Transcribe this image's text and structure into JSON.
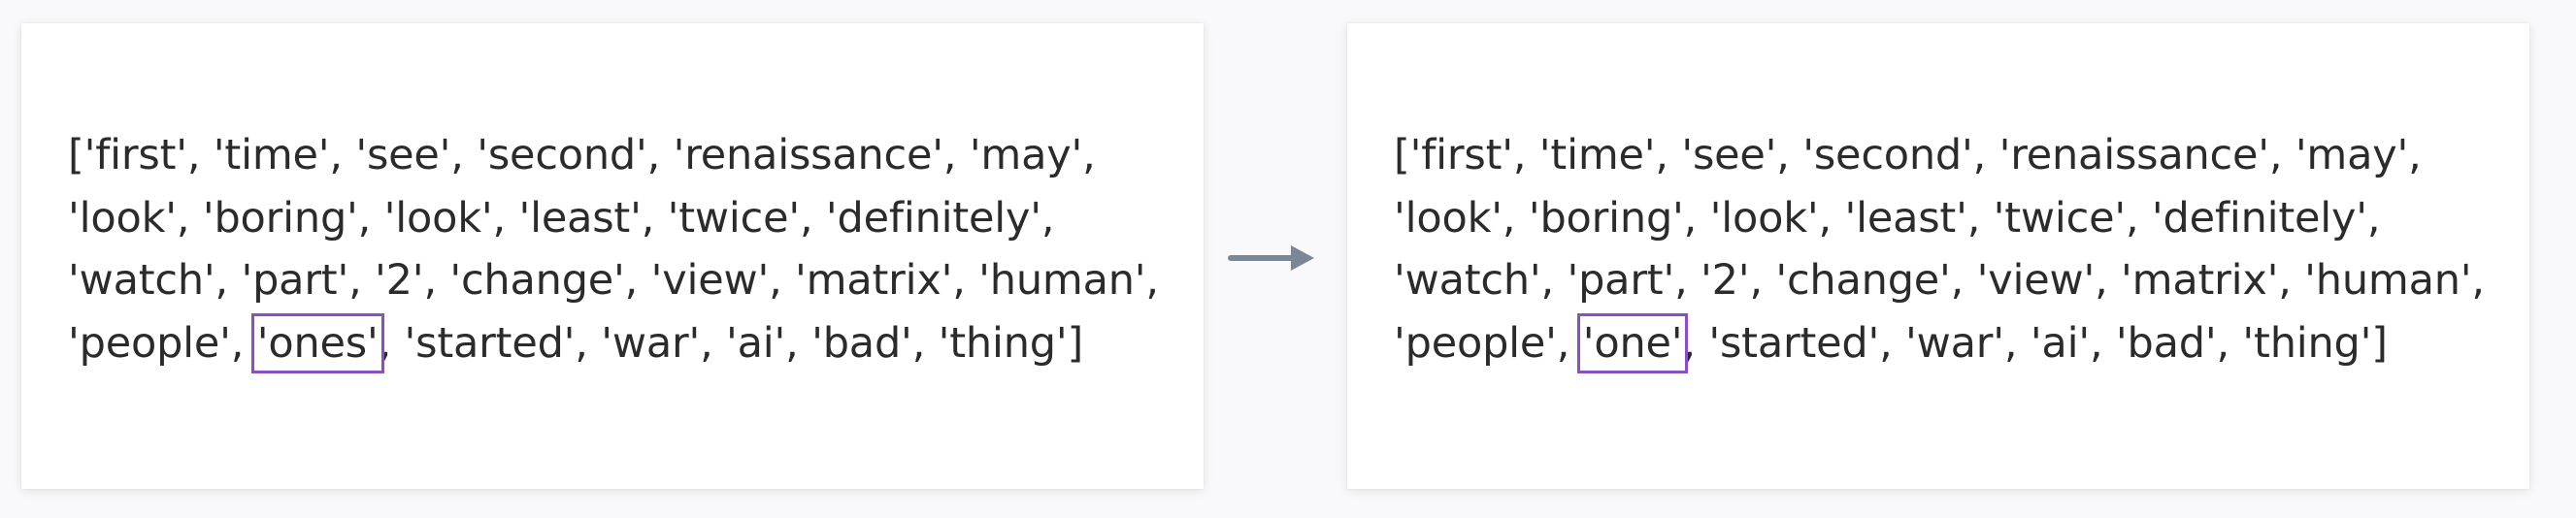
{
  "before": {
    "tokens": [
      "first",
      "time",
      "see",
      "second",
      "renaissance",
      "may",
      "look",
      "boring",
      "look",
      "least",
      "twice",
      "definitely",
      "watch",
      "part",
      "2",
      "change",
      "view",
      "matrix",
      "human",
      "people",
      "ones",
      "started",
      "war",
      "ai",
      "bad",
      "thing"
    ],
    "highlight_index": 20
  },
  "after": {
    "tokens": [
      "first",
      "time",
      "see",
      "second",
      "renaissance",
      "may",
      "look",
      "boring",
      "look",
      "least",
      "twice",
      "definitely",
      "watch",
      "part",
      "2",
      "change",
      "view",
      "matrix",
      "human",
      "people",
      "one",
      "started",
      "war",
      "ai",
      "bad",
      "thing"
    ],
    "highlight_index": 20
  },
  "colors": {
    "highlight": "#8a4fc4",
    "arrow": "#7b8797",
    "text": "#2b2b2b"
  },
  "icons": {
    "arrow": "right-arrow-icon"
  }
}
